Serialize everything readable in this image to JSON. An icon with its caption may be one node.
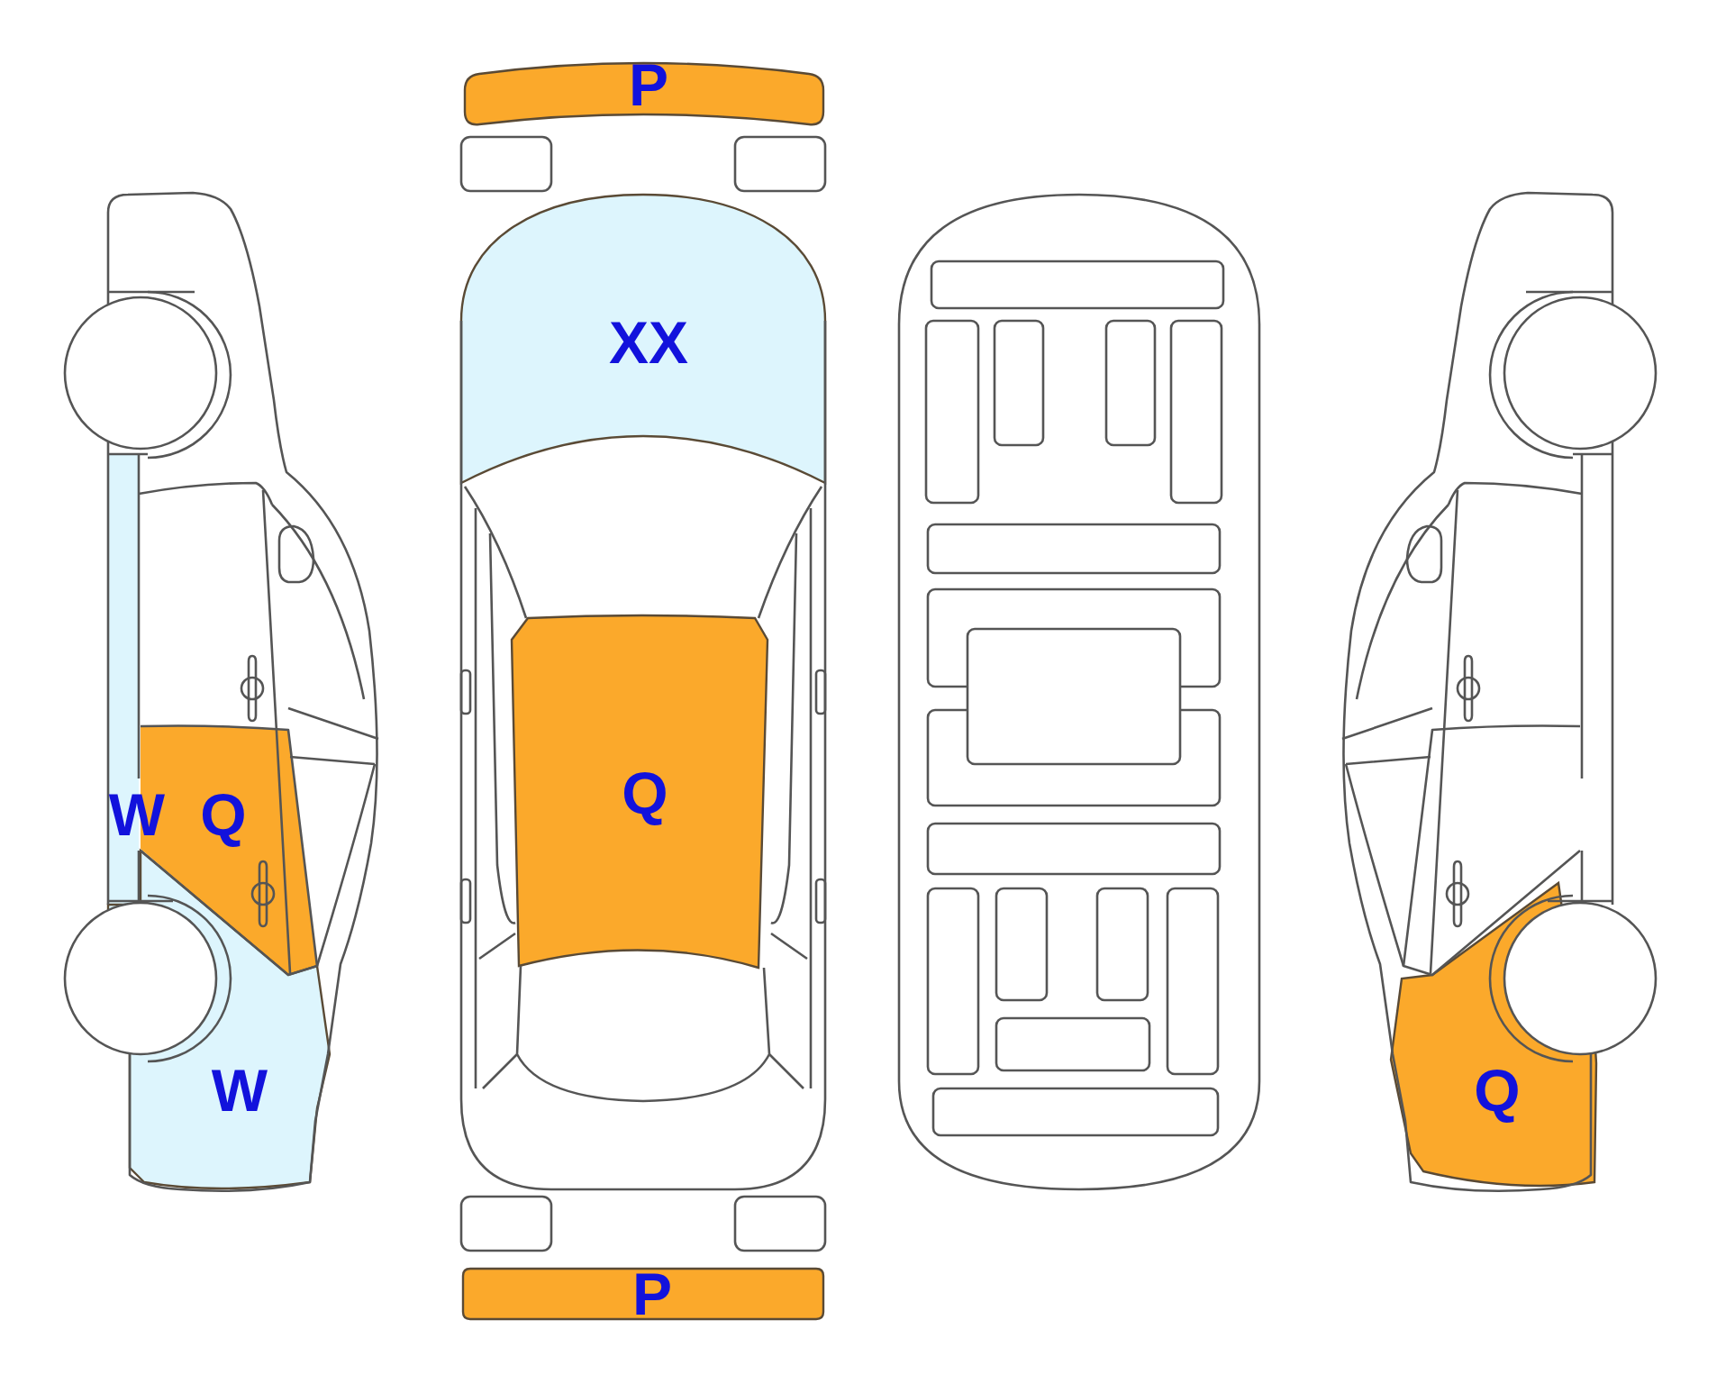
{
  "diagram": {
    "nodes": [
      {
        "text": [
          "P"
        ]
      },
      {
        "text": [
          "XX"
        ]
      },
      {
        "text": [
          "W"
        ]
      },
      {
        "text": [
          "Q"
        ]
      },
      {
        "text": [
          "Q"
        ]
      },
      {
        "text": [
          "W"
        ]
      },
      {
        "text": [
          "Q"
        ]
      },
      {
        "text": [
          "P"
        ]
      }
    ]
  }
}
